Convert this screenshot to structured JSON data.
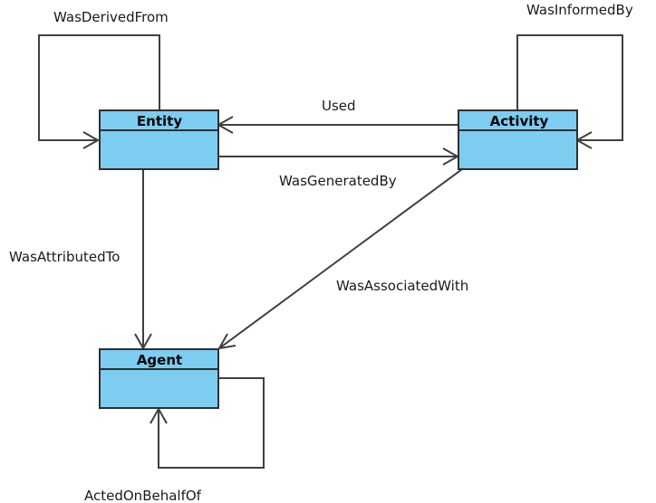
{
  "colors": {
    "class_fill": "#7dcdf1",
    "class_stroke": "#2f2f2f",
    "edge_stroke": "#3f3f3f",
    "background": "#ffffff"
  },
  "classes": {
    "entity": "Entity",
    "activity": "Activity",
    "agent": "Agent"
  },
  "relations": {
    "was_derived_from": "WasDerivedFrom",
    "was_informed_by": "WasInformedBy",
    "used": "Used",
    "was_generated_by": "WasGeneratedBy",
    "was_attributed_to": "WasAttributedTo",
    "was_associated_with": "WasAssociatedWith",
    "acted_on_behalf_of": "ActedOnBehalfOf"
  }
}
